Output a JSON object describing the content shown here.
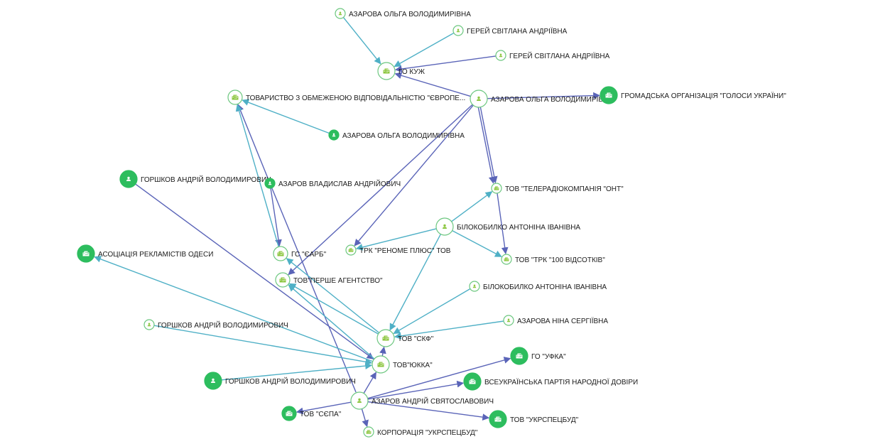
{
  "colors": {
    "edge_teal": "#4fb0c6",
    "edge_indigo": "#5a64b8",
    "node_green": "#2dbd5e",
    "node_outline": "#6cc77f",
    "icon_light": "#8cc63f",
    "background": "#ffffff"
  },
  "nodes": [
    {
      "id": "n1",
      "label": "АЗАРОВА ОЛЬГА ВОЛОДИМИРІВНА",
      "kind": "person",
      "style": "outline",
      "size": "small"
    },
    {
      "id": "n2",
      "label": "ГЕРЕЙ СВІТЛАНА АНДРІЇВНА",
      "kind": "person",
      "style": "outline",
      "size": "small"
    },
    {
      "id": "n3",
      "label": "ГЕРЕЙ СВІТЛАНА АНДРІЇВНА",
      "kind": "person",
      "style": "outline",
      "size": "small"
    },
    {
      "id": "n4",
      "label": "ГО КУЖ",
      "kind": "organization",
      "style": "outline",
      "size": "large"
    },
    {
      "id": "n5",
      "label": "ТОВАРИСТВО З ОБМЕЖЕНОЮ ВІДПОВІДАЛЬНІСТЮ \"ЄВРОПЕ...",
      "kind": "organization",
      "style": "outline",
      "size": "medium"
    },
    {
      "id": "n6",
      "label": "АЗАРОВА ОЛЬГА ВОЛОДИМИРІВНА",
      "kind": "person",
      "style": "outline",
      "size": "large"
    },
    {
      "id": "n7",
      "label": "ГРОМАДСЬКА ОРГАНІЗАЦІЯ \"ГОЛОСИ УКРАЇНИ\"",
      "kind": "organization",
      "style": "filled",
      "size": "large"
    },
    {
      "id": "n8",
      "label": "АЗАРОВА ОЛЬГА ВОЛОДИМИРІВНА",
      "kind": "person",
      "style": "filled",
      "size": "small"
    },
    {
      "id": "n9",
      "label": "ГОРШКОВ АНДРІЙ ВОЛОДИМИРОВИЧ",
      "kind": "person",
      "style": "filled",
      "size": "large"
    },
    {
      "id": "n10",
      "label": "АЗАРОВ ВЛАДИСЛАВ АНДРІЙОВИЧ",
      "kind": "person",
      "style": "filled",
      "size": "small"
    },
    {
      "id": "n11",
      "label": "ТОВ \"ТЕЛЕРАДІОКОМПАНІЯ \"ОНТ\"",
      "kind": "organization",
      "style": "outline",
      "size": "small"
    },
    {
      "id": "n12",
      "label": "БІЛОКОБИЛКО АНТОНІНА ІВАНІВНА",
      "kind": "person",
      "style": "outline",
      "size": "large"
    },
    {
      "id": "n13",
      "label": "ТРК \"РЕНОМЕ ПЛЮС\" ТОВ",
      "kind": "organization",
      "style": "outline",
      "size": "small"
    },
    {
      "id": "n14",
      "label": "ТОВ \"ТРК \"100 ВІДСОТКІВ\"",
      "kind": "organization",
      "style": "outline",
      "size": "small"
    },
    {
      "id": "n15",
      "label": "АСОЦІАЦІЯ РЕКЛАМІСТІВ ОДЕСИ",
      "kind": "organization",
      "style": "filled",
      "size": "large"
    },
    {
      "id": "n16",
      "label": "ГС \"ЄАРБ\"",
      "kind": "organization",
      "style": "outline",
      "size": "medium"
    },
    {
      "id": "n17",
      "label": "ТОВ\"ПЕРШЕ АГЕНТСТВО\"",
      "kind": "organization",
      "style": "outline",
      "size": "medium"
    },
    {
      "id": "n18",
      "label": "БІЛОКОБИЛКО АНТОНІНА ІВАНІВНА",
      "kind": "person",
      "style": "outline",
      "size": "small"
    },
    {
      "id": "n19",
      "label": "АЗАРОВА НІНА СЕРГІЇВНА",
      "kind": "person",
      "style": "outline",
      "size": "small"
    },
    {
      "id": "n20",
      "label": "ГОРШКОВ АНДРІЙ ВОЛОДИМИРОВИЧ",
      "kind": "person",
      "style": "outline",
      "size": "small"
    },
    {
      "id": "n21",
      "label": "ТОВ \"СКФ\"",
      "kind": "organization",
      "style": "outline",
      "size": "large"
    },
    {
      "id": "n22",
      "label": "ТОВ\"ЮККА\"",
      "kind": "organization",
      "style": "outline",
      "size": "large"
    },
    {
      "id": "n23",
      "label": "ГОРШКОВ АНДРІЙ ВОЛОДИМИРОВИЧ",
      "kind": "person",
      "style": "filled",
      "size": "large"
    },
    {
      "id": "n24",
      "label": "ГО \"УФКА\"",
      "kind": "organization",
      "style": "filled",
      "size": "large"
    },
    {
      "id": "n25",
      "label": "ВСЕУКРАЇНСЬКА ПАРТІЯ НАРОДНОЇ ДОВІРИ",
      "kind": "organization",
      "style": "filled",
      "size": "large"
    },
    {
      "id": "n26",
      "label": "АЗАРОВ АНДРІЙ СВЯТОСЛАВОВИЧ",
      "kind": "person",
      "style": "outline",
      "size": "large"
    },
    {
      "id": "n27",
      "label": "ТОВ \"СЄПА\"",
      "kind": "organization",
      "style": "filled",
      "size": "medium"
    },
    {
      "id": "n28",
      "label": "ТОВ \"УКРСПЕЦБУД\"",
      "kind": "organization",
      "style": "filled",
      "size": "large"
    },
    {
      "id": "n29",
      "label": "КОРПОРАЦІЯ \"УКРСПЕЦБУД\"",
      "kind": "organization",
      "style": "outline",
      "size": "small"
    }
  ],
  "edges": [
    {
      "from": "n1",
      "to": "n4",
      "type": "teal"
    },
    {
      "from": "n2",
      "to": "n4",
      "type": "teal"
    },
    {
      "from": "n3",
      "to": "n4",
      "type": "indigo"
    },
    {
      "from": "n6",
      "to": "n4",
      "type": "indigo"
    },
    {
      "from": "n6",
      "to": "n7",
      "type": "indigo"
    },
    {
      "from": "n6",
      "to": "n11",
      "type": "indigo"
    },
    {
      "from": "n6",
      "to": "n11",
      "type": "indigo"
    },
    {
      "from": "n6",
      "to": "n13",
      "type": "indigo"
    },
    {
      "from": "n6",
      "to": "n17",
      "type": "indigo"
    },
    {
      "from": "n8",
      "to": "n5",
      "type": "teal"
    },
    {
      "from": "n10",
      "to": "n5",
      "type": "indigo"
    },
    {
      "from": "n10",
      "to": "n16",
      "type": "indigo"
    },
    {
      "from": "n10",
      "to": "n26",
      "type": "indigo-line"
    },
    {
      "from": "n16",
      "to": "n5",
      "type": "teal"
    },
    {
      "from": "n9",
      "to": "n22",
      "type": "indigo"
    },
    {
      "from": "n11",
      "to": "n14",
      "type": "indigo"
    },
    {
      "from": "n12",
      "to": "n11",
      "type": "teal"
    },
    {
      "from": "n12",
      "to": "n13",
      "type": "teal"
    },
    {
      "from": "n12",
      "to": "n14",
      "type": "teal"
    },
    {
      "from": "n12",
      "to": "n21",
      "type": "teal"
    },
    {
      "from": "n18",
      "to": "n21",
      "type": "teal"
    },
    {
      "from": "n19",
      "to": "n21",
      "type": "teal"
    },
    {
      "from": "n21",
      "to": "n16",
      "type": "teal"
    },
    {
      "from": "n21",
      "to": "n17",
      "type": "teal"
    },
    {
      "from": "n22",
      "to": "n17",
      "type": "teal"
    },
    {
      "from": "n22",
      "to": "n15",
      "type": "teal"
    },
    {
      "from": "n20",
      "to": "n22",
      "type": "teal"
    },
    {
      "from": "n23",
      "to": "n22",
      "type": "teal"
    },
    {
      "from": "n22",
      "to": "n21",
      "type": "indigo"
    },
    {
      "from": "n26",
      "to": "n22",
      "type": "indigo"
    },
    {
      "from": "n26",
      "to": "n24",
      "type": "indigo"
    },
    {
      "from": "n26",
      "to": "n25",
      "type": "indigo"
    },
    {
      "from": "n26",
      "to": "n28",
      "type": "indigo"
    },
    {
      "from": "n26",
      "to": "n27",
      "type": "indigo"
    },
    {
      "from": "n26",
      "to": "n29",
      "type": "indigo"
    }
  ]
}
